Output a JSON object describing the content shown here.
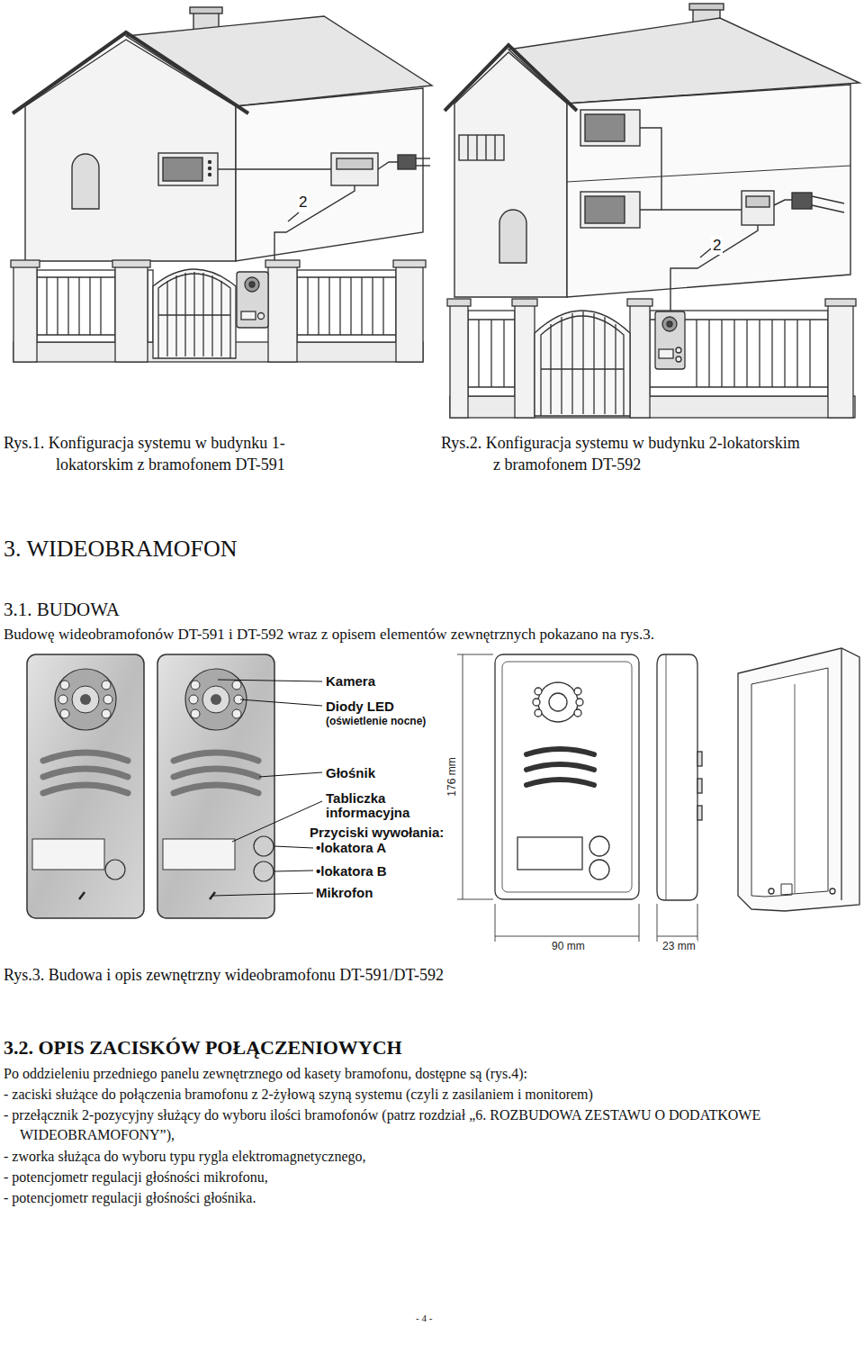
{
  "diagram": {
    "labels": [
      "2",
      "2",
      "Rys.1. Konfiguracja systemu w budynku 1-lokatorskim z bramofonem DT-591",
      "Rys.2. Konfiguracja systemu w budynku 2-lokatorskim z bramofonem DT-592",
      "3. WIDEOBRAMOFON",
      "3.1. BUDOWA",
      "Budowę wideobramofonów DT-591 i DT-592 wraz z opisem elementów zewnętrznych pokazano na rys.3.",
      "Kamera",
      "Diody LED",
      "(oświetlenie nocne)",
      "Głośnik",
      "Tabliczka informacyjna",
      "Przyciski wywołania:",
      "•lokatora A",
      "•lokatora B",
      "Mikrofon",
      "176 mm",
      "90 mm",
      "23 mm",
      "Rys.3. Budowa i opis zewnętrzny wideobramofonu DT-591/DT-592",
      "3.2. OPIS ZACISKÓW POŁĄCZENIOWYCH",
      "Po oddzieleniu przedniego panelu zewnętrznego od kasety bramofonu, dostępne są (rys.4):",
      "- zaciski służące do połączenia bramofonu z 2-żyłową szyną systemu (czyli z zasilaniem i monitorem)",
      "- przełącznik 2-pozycyjny służący do wyboru ilości bramofonów (patrz rozdział „6. ROZBUDOWA ZESTAWU O DODATKOWE WIDEOBRAMOFONY”),",
      "- zworka służąca do wyboru typu rygla elektromagnetycznego,",
      "- potencjometr regulacji głośności mikrofonu,",
      "- potencjometr regulacji głośności głośnika.",
      "- 4 -"
    ]
  }
}
